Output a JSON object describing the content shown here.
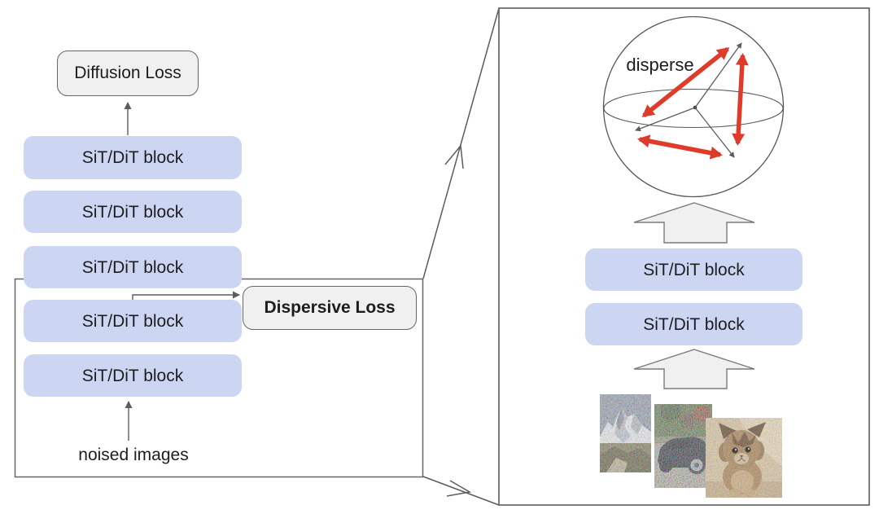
{
  "figure": {
    "left_column": {
      "diffusion_loss_label": "Diffusion Loss",
      "blocks": [
        "SiT/DiT block",
        "SiT/DiT block",
        "SiT/DiT block",
        "SiT/DiT block",
        "SiT/DiT block"
      ],
      "dispersive_loss_label": "Dispersive Loss",
      "noised_images_caption": "noised images"
    },
    "zoom_panel": {
      "disperse_label": "disperse",
      "blocks": [
        "SiT/DiT block",
        "SiT/DiT block"
      ],
      "images": [
        {
          "name": "noised-mountain-photo"
        },
        {
          "name": "noised-car-photo"
        },
        {
          "name": "noised-kitten-photo"
        }
      ]
    }
  },
  "colors": {
    "block-fill": "#ccd6f3",
    "loss-box-fill": "#f0f0f0",
    "outline-gray": "#666666",
    "line-gray": "#5c5c5c",
    "disperse-red": "#df3b2b"
  }
}
